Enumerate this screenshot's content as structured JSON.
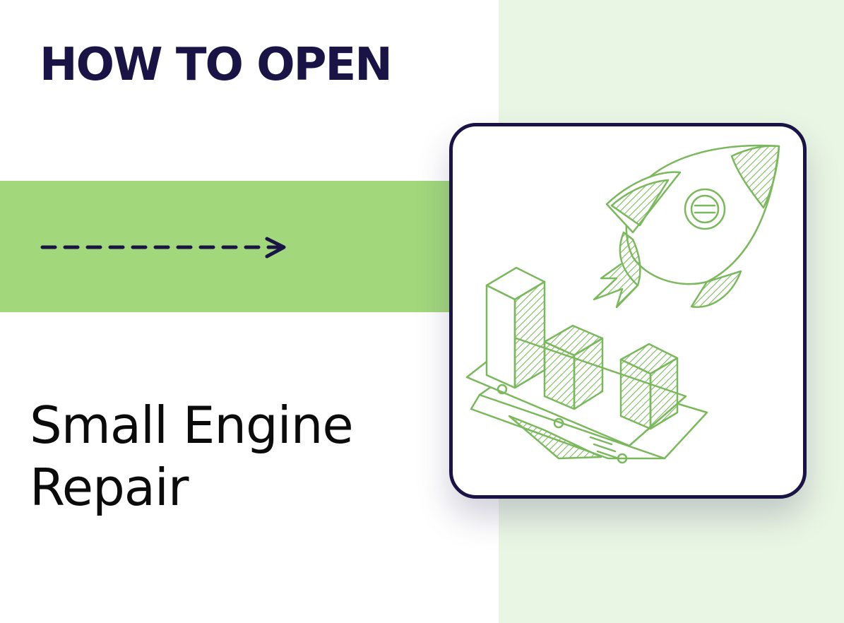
{
  "headline": "HOW TO OPEN",
  "title": {
    "line1": "Small Engine",
    "line2": "Repair"
  },
  "icons": {
    "arrow": "dashed-arrow-right-icon",
    "illustration": "rocket-growth-illustration"
  },
  "colors": {
    "navy": "#1a1446",
    "green_band": "#a2d77c",
    "right_panel": "#eaf6e4",
    "sketch_green": "#7ab85c"
  }
}
